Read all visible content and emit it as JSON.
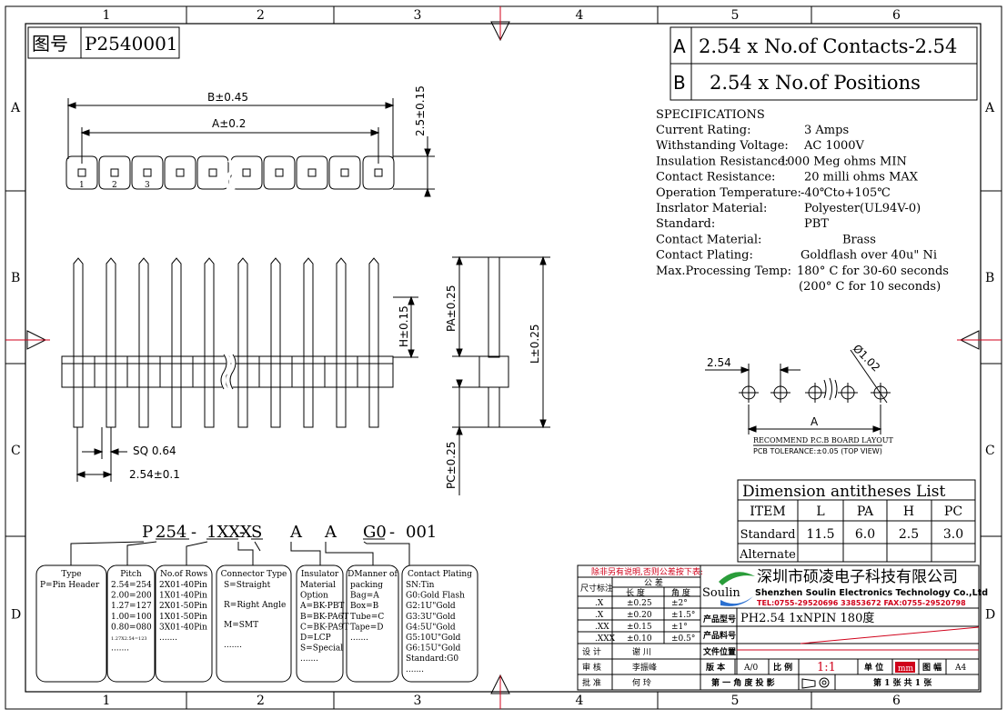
{
  "border": {
    "cols": [
      "1",
      "2",
      "3",
      "4",
      "5",
      "6"
    ],
    "rows": [
      "A",
      "B",
      "C",
      "D"
    ]
  },
  "drawing_no": {
    "label": "图号",
    "value": "P2540001"
  },
  "titles": [
    {
      "key": "A",
      "text": "2.54 x No.of Contacts-2.54"
    },
    {
      "key": "B",
      "text": "2.54 x No.of Positions"
    }
  ],
  "specs": {
    "heading": "SPECIFICATIONS",
    "items": [
      {
        "label": "Current Rating:",
        "value": "3 Amps"
      },
      {
        "label": "Withstanding Voltage:",
        "value": "AC  1000V"
      },
      {
        "label": "Insulation Resistance:",
        "value": "1000 Meg ohms MIN"
      },
      {
        "label": "Contact Resistance:",
        "value": " 20 milli ohms MAX"
      },
      {
        "label": "Operation Temperature:",
        "value": "-40℃to+105℃"
      },
      {
        "label": "Insrlator Material:",
        "value": " Polyester(UL94V-0)"
      },
      {
        "label": "Standard:",
        "value": " PBT"
      },
      {
        "label": "Contact Material:",
        "value": "Brass"
      },
      {
        "label": "Contact Plating:",
        "value": " Goldflash over 40u\" Ni"
      },
      {
        "label": "Max.Processing Temp:",
        "value": "180° C for 30-60 seconds"
      },
      {
        "label": "",
        "value": "(200° C for 10 seconds)"
      }
    ]
  },
  "dims": {
    "b": "B±0.45",
    "a_top": "A±0.2",
    "h_top": "2.5±0.15",
    "h": "H±0.15",
    "pa": "PA±0.25",
    "l": "L±0.25",
    "pc": "PC±0.25",
    "sq": "SQ 0.64",
    "pitch": "2.54±0.1",
    "pcb_pitch": "2.54",
    "pcb_dia": "Ø1.02",
    "pcb_a": "A",
    "pcb_note1": "RECOMMEND P.C.B BOARD LAYOUT",
    "pcb_note2": "PCB TOLERANCE:±0.05 (TOP VIEW)",
    "pin_numbers": [
      "1",
      "2",
      "3"
    ]
  },
  "dim_table": {
    "title": "Dimension antitheses List",
    "headers": [
      "ITEM",
      "L",
      "PA",
      "H",
      "PC"
    ],
    "rows": [
      [
        "Standard",
        "11.5",
        "6.0",
        "2.5",
        "3.0"
      ],
      [
        "Alternate",
        "",
        "",
        "",
        ""
      ]
    ]
  },
  "part_code": {
    "chars": [
      "P",
      "254",
      "-",
      "1XXX",
      "-",
      "S",
      "A",
      "A",
      "G0",
      "-",
      "001"
    ]
  },
  "boxes": [
    {
      "title": "Type",
      "lines": [
        "P=Pin Header"
      ]
    },
    {
      "title": "Pitch",
      "lines": [
        "2.54=254",
        "2.00=200",
        "1.27=127",
        "1.00=100",
        "0.80=080",
        "1.27X2.54=123",
        "......."
      ]
    },
    {
      "title": "No.of Rows",
      "lines": [
        "2X01-40Pin",
        "1X01-40Pin",
        "2X01-50Pin",
        "1X01-50Pin",
        "3X01-40Pin",
        "......."
      ]
    },
    {
      "title": "Connector Type",
      "lines": [
        "S=Straight",
        "R=Right Angle",
        "M=SMT",
        "......."
      ]
    },
    {
      "title": "Insulator",
      "lines": [
        "Material",
        "Option",
        "A=BK-PBT",
        "B=BK-PA6T",
        "C=BK-PA9T",
        "D=LCP",
        "S=Special",
        "......."
      ]
    },
    {
      "title": "DManner of",
      "lines": [
        "packing",
        "Bag=A",
        "Box=B",
        "Tube=C",
        "Tape=D",
        "......."
      ]
    },
    {
      "title": "Contact Plating",
      "lines": [
        "SN:Tin",
        "G0:Gold Flash",
        "G2:1U\"Gold",
        "G3:3U\"Gold",
        "G4:5U\"Gold",
        "G5:10U\"Gold",
        "G6:15U\"Gold",
        "Standard:G0",
        "......."
      ]
    }
  ],
  "title_block": {
    "notice": "除非另有说明,否则公差按下表:",
    "tol_label": "尺寸标注",
    "tol_header": "公 差",
    "len": "长 度",
    "ang": "角 度",
    "tol_rows": [
      [
        ".X",
        "±0.25",
        "±2°"
      ],
      [
        ".X",
        "±0.20",
        "±1.5°"
      ],
      [
        ".XX",
        "±0.15",
        "±1°"
      ],
      [
        ".XXX",
        "±0.10",
        "±0.5°"
      ]
    ],
    "logo_text": "Soulin",
    "company_cn": "深圳市硕凌电子科技有限公司",
    "company_en": "Shenzhen Soulin Electronics Technology Co.,Ltd",
    "contact": "TEL:0755-29520696 33853672   FAX:0755-29520798",
    "product_model_label": "产品型号",
    "product_model": "PH2.54 1xNPIN  180度",
    "product_code_label": "产品料号",
    "file_label": "文件位置",
    "design_label": "设 计",
    "design": "谢 川",
    "review_label": "审 核",
    "review": "李振峰",
    "approve_label": "批 准",
    "approve": "何 玲",
    "version_label": "版 本",
    "version": "A/0",
    "scale_label": "比 例",
    "scale": "1:1",
    "unit_label": "单 位",
    "unit": "mm",
    "size_label": "图 幅",
    "size": "A4",
    "projection": "第 一 角 度 投 影",
    "sheet": "第 1  张 共 1  张"
  }
}
